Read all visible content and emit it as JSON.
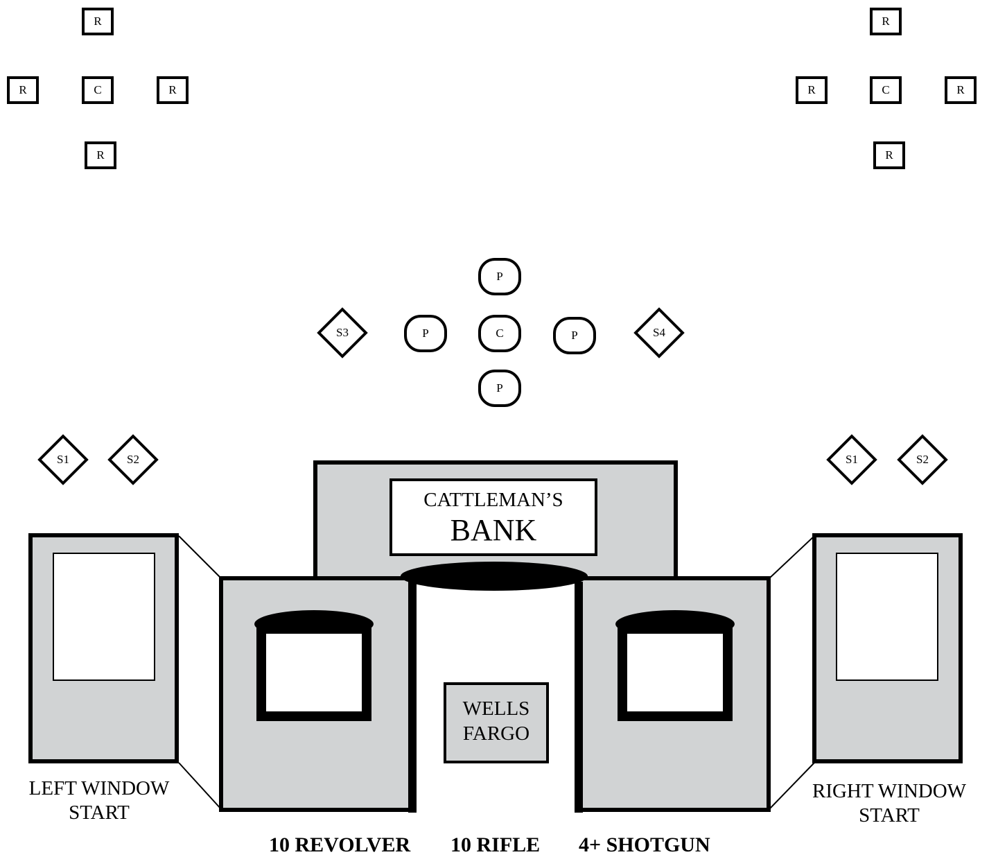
{
  "targets_left": {
    "top": "R",
    "left": "R",
    "center": "C",
    "right": "R",
    "bottom": "R"
  },
  "targets_right": {
    "top": "R",
    "left": "R",
    "center": "C",
    "right": "R",
    "bottom": "R"
  },
  "targets_center": {
    "top": "P",
    "left": "P",
    "center": "C",
    "right": "P",
    "bottom": "P"
  },
  "stations": {
    "s3": "S3",
    "s4": "S4",
    "left_s1": "S1",
    "left_s2": "S2",
    "right_s1": "S1",
    "right_s2": "S2"
  },
  "sign": {
    "line1": "CATTLEMAN’S",
    "line2": "BANK"
  },
  "box_sign": {
    "line1": "WELLS",
    "line2": "FARGO"
  },
  "left_label": {
    "line1": "LEFT WINDOW",
    "line2": "START"
  },
  "right_label": {
    "line1": "RIGHT WINDOW",
    "line2": "START"
  },
  "ammo": {
    "revolver": "10 REVOLVER",
    "rifle": "10 RIFLE",
    "shotgun": "4+ SHOTGUN"
  },
  "colors": {
    "panel_fill": "#d1d3d4",
    "outline": "#000000",
    "background": "#ffffff"
  }
}
